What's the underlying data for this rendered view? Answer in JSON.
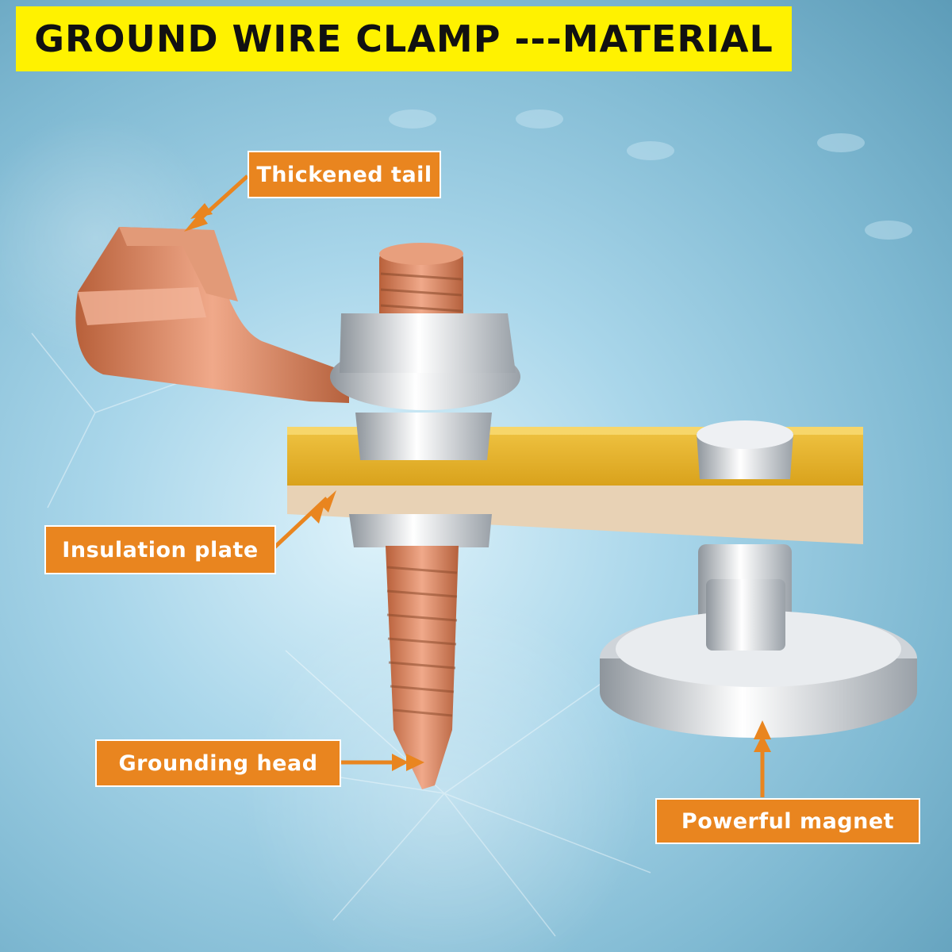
{
  "title": "GROUND WIRE CLAMP ---MATERIAL",
  "labels": {
    "thickened_tail": "Thickened tail",
    "insulation_plate": "Insulation plate",
    "grounding_head": "Grounding head",
    "powerful_magnet": "Powerful magnet"
  },
  "colors": {
    "title_background": "#fff200",
    "label_background": "#e9851f",
    "copper": "#d9835a",
    "insulation_plate": "#e8b72e",
    "steel": "#d9dde2"
  }
}
